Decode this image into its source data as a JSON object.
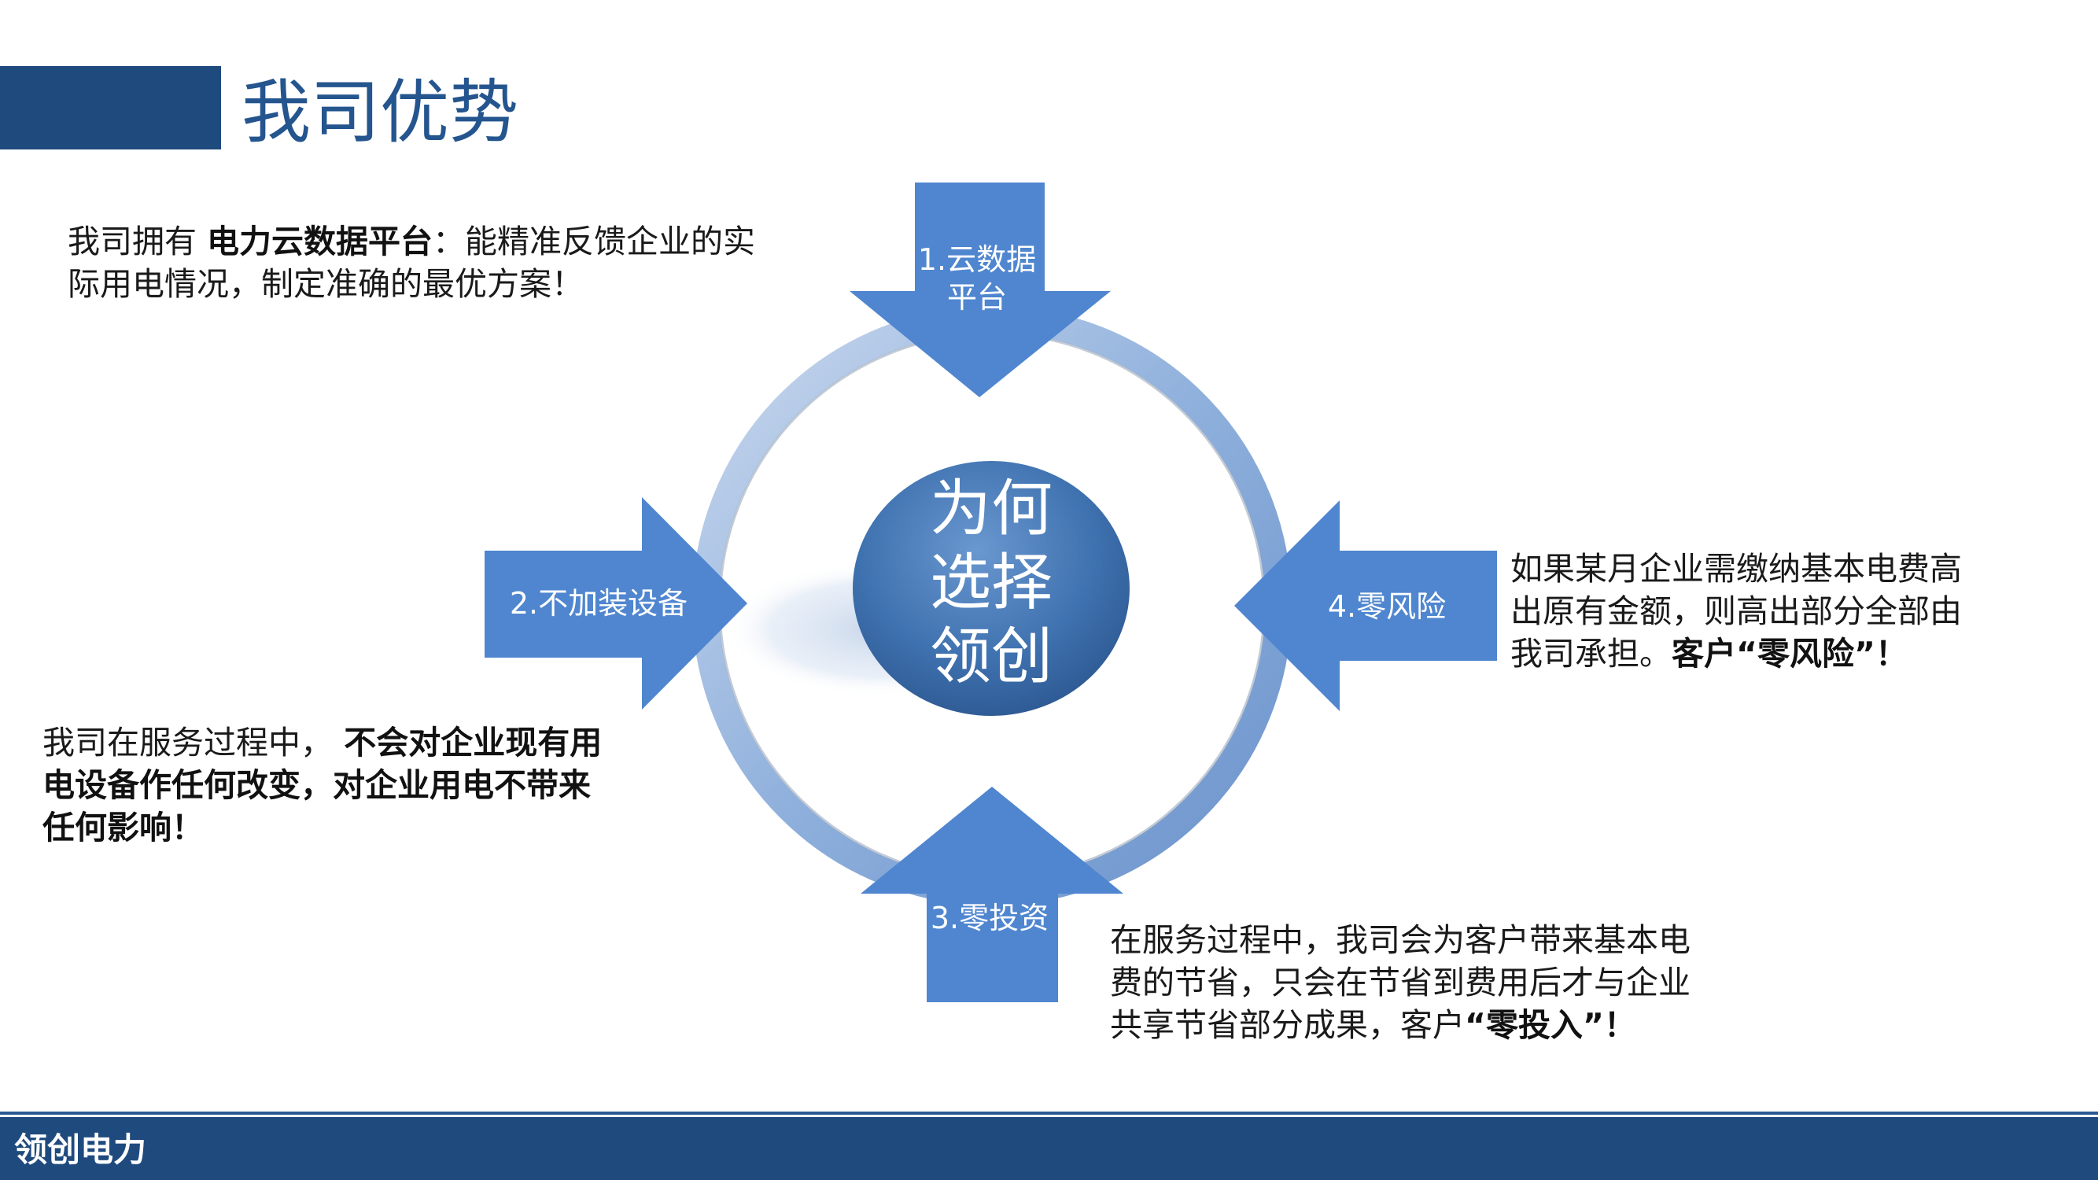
{
  "title": "我司优势",
  "footer": {
    "text": "领创电力"
  },
  "center": {
    "line1": "为何",
    "line2": "选择",
    "line3": "领创"
  },
  "arrows": {
    "top": {
      "line1": "1.云数据",
      "line2": "平台"
    },
    "left": {
      "label": "2.不加装设备"
    },
    "bottom": {
      "label": "3.零投资"
    },
    "right": {
      "label": "4.零风险"
    }
  },
  "descriptions": {
    "cloud": {
      "line1_pre": "我司拥有 ",
      "line1_bold": "电力云数据平台",
      "line1_post": "：能精准反馈企业的实",
      "line2": "际用电情况，制定准确的最优方案！"
    },
    "equipment": {
      "line1_pre": "我司在服务过程中，",
      "line1_bold": " 不会对企业现有用",
      "line2_bold": "电设备作任何改变，对企业用电不带来",
      "line3_bold": "任何影响！"
    },
    "risk": {
      "line1": "如果某月企业需缴纳基本电费高",
      "line2": "出原有金额，则高出部分全部由",
      "line3_pre": "我司承担。",
      "line3_bold": "客户“零风险”！"
    },
    "investment": {
      "line1": "在服务过程中，我司会为客户带来基本电",
      "line2": "费的节省，只会在节省到费用后才与企业",
      "line3_pre": "共享节省部分成果，客户",
      "line3_bold": "“零投入”！"
    }
  },
  "colors": {
    "accent": "#1f4a7e",
    "title": "#24558e",
    "arrow": "#4f86cf",
    "center_sphere": "#3a6fae"
  }
}
